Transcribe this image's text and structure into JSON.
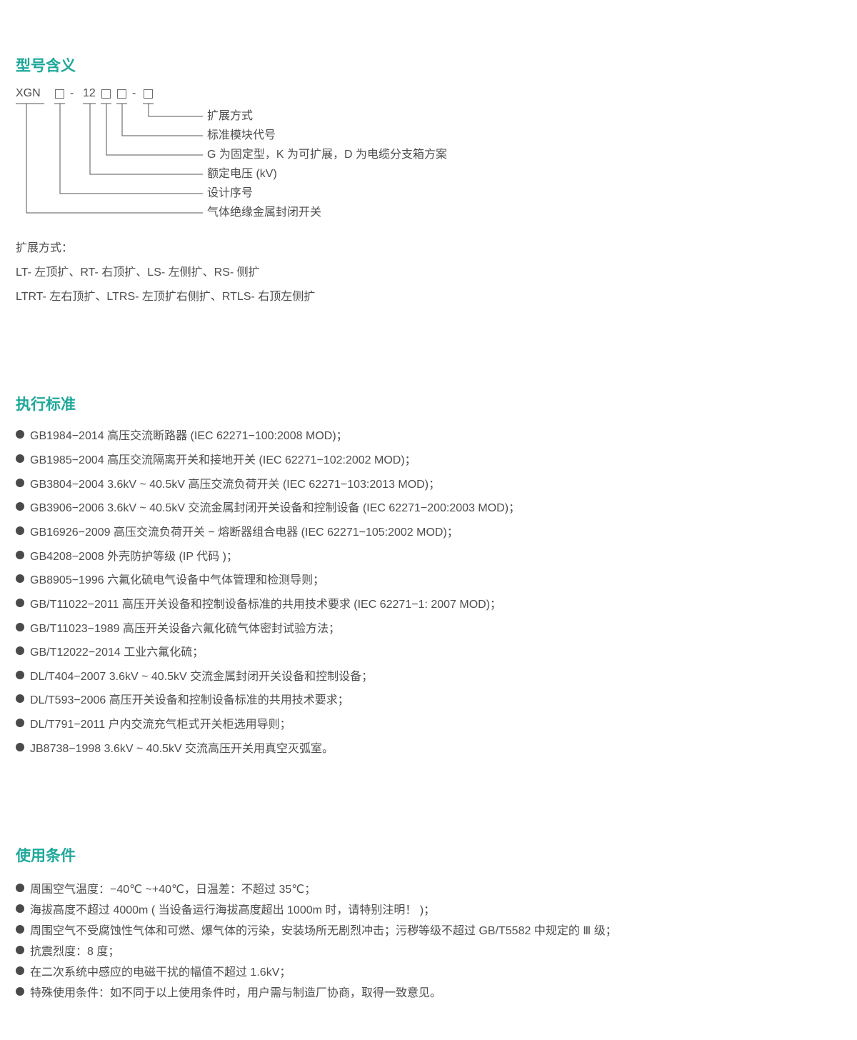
{
  "model_meaning": {
    "title": "型号含义",
    "code": {
      "prefix": "XGN",
      "dash1": "-",
      "rating": "12",
      "dash2": "-"
    },
    "labels": [
      "扩展方式",
      "标准模块代号",
      "G 为固定型，K 为可扩展，D 为电缆分支箱方案",
      "额定电压 (kV)",
      "设计序号",
      "气体绝缘金属封闭开关"
    ],
    "expansion_title": "扩展方式：",
    "expansion_lines": [
      "LT- 左顶扩、RT- 右顶扩、LS- 左侧扩、RS- 侧扩",
      "LTRT- 左右顶扩、LTRS- 左顶扩右侧扩、RTLS- 右顶左侧扩"
    ]
  },
  "standards": {
    "title": "执行标准",
    "items": [
      "GB1984−2014 高压交流断路器 (IEC 62271−100:2008 MOD)；",
      "GB1985−2004 高压交流隔离开关和接地开关 (IEC 62271−102:2002 MOD)；",
      "GB3804−2004 3.6kV ~ 40.5kV 高压交流负荷开关 (IEC 62271−103:2013 MOD)；",
      "GB3906−2006 3.6kV ~ 40.5kV 交流金属封闭开关设备和控制设备 (IEC 62271−200:2003 MOD)；",
      "GB16926−2009 高压交流负荷开关 − 熔断器组合电器 (IEC 62271−105:2002 MOD)；",
      "GB4208−2008 外壳防护等级 (IP 代码 )；",
      "GB8905−1996 六氟化硫电气设备中气体管理和检测导则；",
      "GB/T11022−2011 高压开关设备和控制设备标准的共用技术要求 (IEC 62271−1: 2007 MOD)；",
      "GB/T11023−1989 高压开关设备六氟化硫气体密封试验方法；",
      "GB/T12022−2014 工业六氟化硫；",
      "DL/T404−2007 3.6kV ~ 40.5kV 交流金属封闭开关设备和控制设备；",
      "DL/T593−2006 高压开关设备和控制设备标准的共用技术要求；",
      "DL/T791−2011 户内交流充气柜式开关柜选用导则；",
      "JB8738−1998 3.6kV ~ 40.5kV 交流高压开关用真空灭弧室。"
    ]
  },
  "conditions": {
    "title": "使用条件",
    "items": [
      "周围空气温度：−40℃ ~+40℃，日温差：不超过 35℃；",
      "海拔高度不超过 4000m ( 当设备运行海拔高度超出 1000m 时，请特别注明！ )；",
      "周围空气不受腐蚀性气体和可燃、爆气体的污染，安装场所无剧烈冲击；污秽等级不超过 GB/T5582 中规定的 Ⅲ 级；",
      "抗震烈度：8 度；",
      "在二次系统中感应的电磁干扰的幅值不超过 1.6kV；",
      "特殊使用条件：如不同于以上使用条件时，用户需与制造厂协商，取得一致意见。"
    ]
  },
  "colors": {
    "accent": "#1fa89a",
    "text": "#4d4d4d"
  }
}
